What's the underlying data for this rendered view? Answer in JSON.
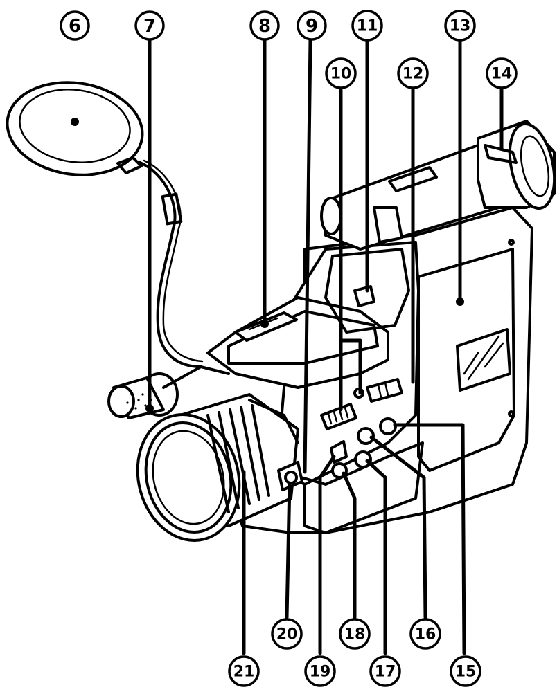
{
  "callouts": [
    {
      "id": "c6",
      "label": "6"
    },
    {
      "id": "c7",
      "label": "7"
    },
    {
      "id": "c8",
      "label": "8"
    },
    {
      "id": "c9",
      "label": "9"
    },
    {
      "id": "c10",
      "label": "10"
    },
    {
      "id": "c11",
      "label": "11"
    },
    {
      "id": "c12",
      "label": "12"
    },
    {
      "id": "c13",
      "label": "13"
    },
    {
      "id": "c14",
      "label": "14"
    },
    {
      "id": "c15",
      "label": "15"
    },
    {
      "id": "c16",
      "label": "16"
    },
    {
      "id": "c17",
      "label": "17"
    },
    {
      "id": "c18",
      "label": "18"
    },
    {
      "id": "c19",
      "label": "19"
    },
    {
      "id": "c20",
      "label": "20"
    },
    {
      "id": "c21",
      "label": "21"
    }
  ],
  "colors": {
    "ink": "#000000",
    "paper": "#ffffff"
  }
}
